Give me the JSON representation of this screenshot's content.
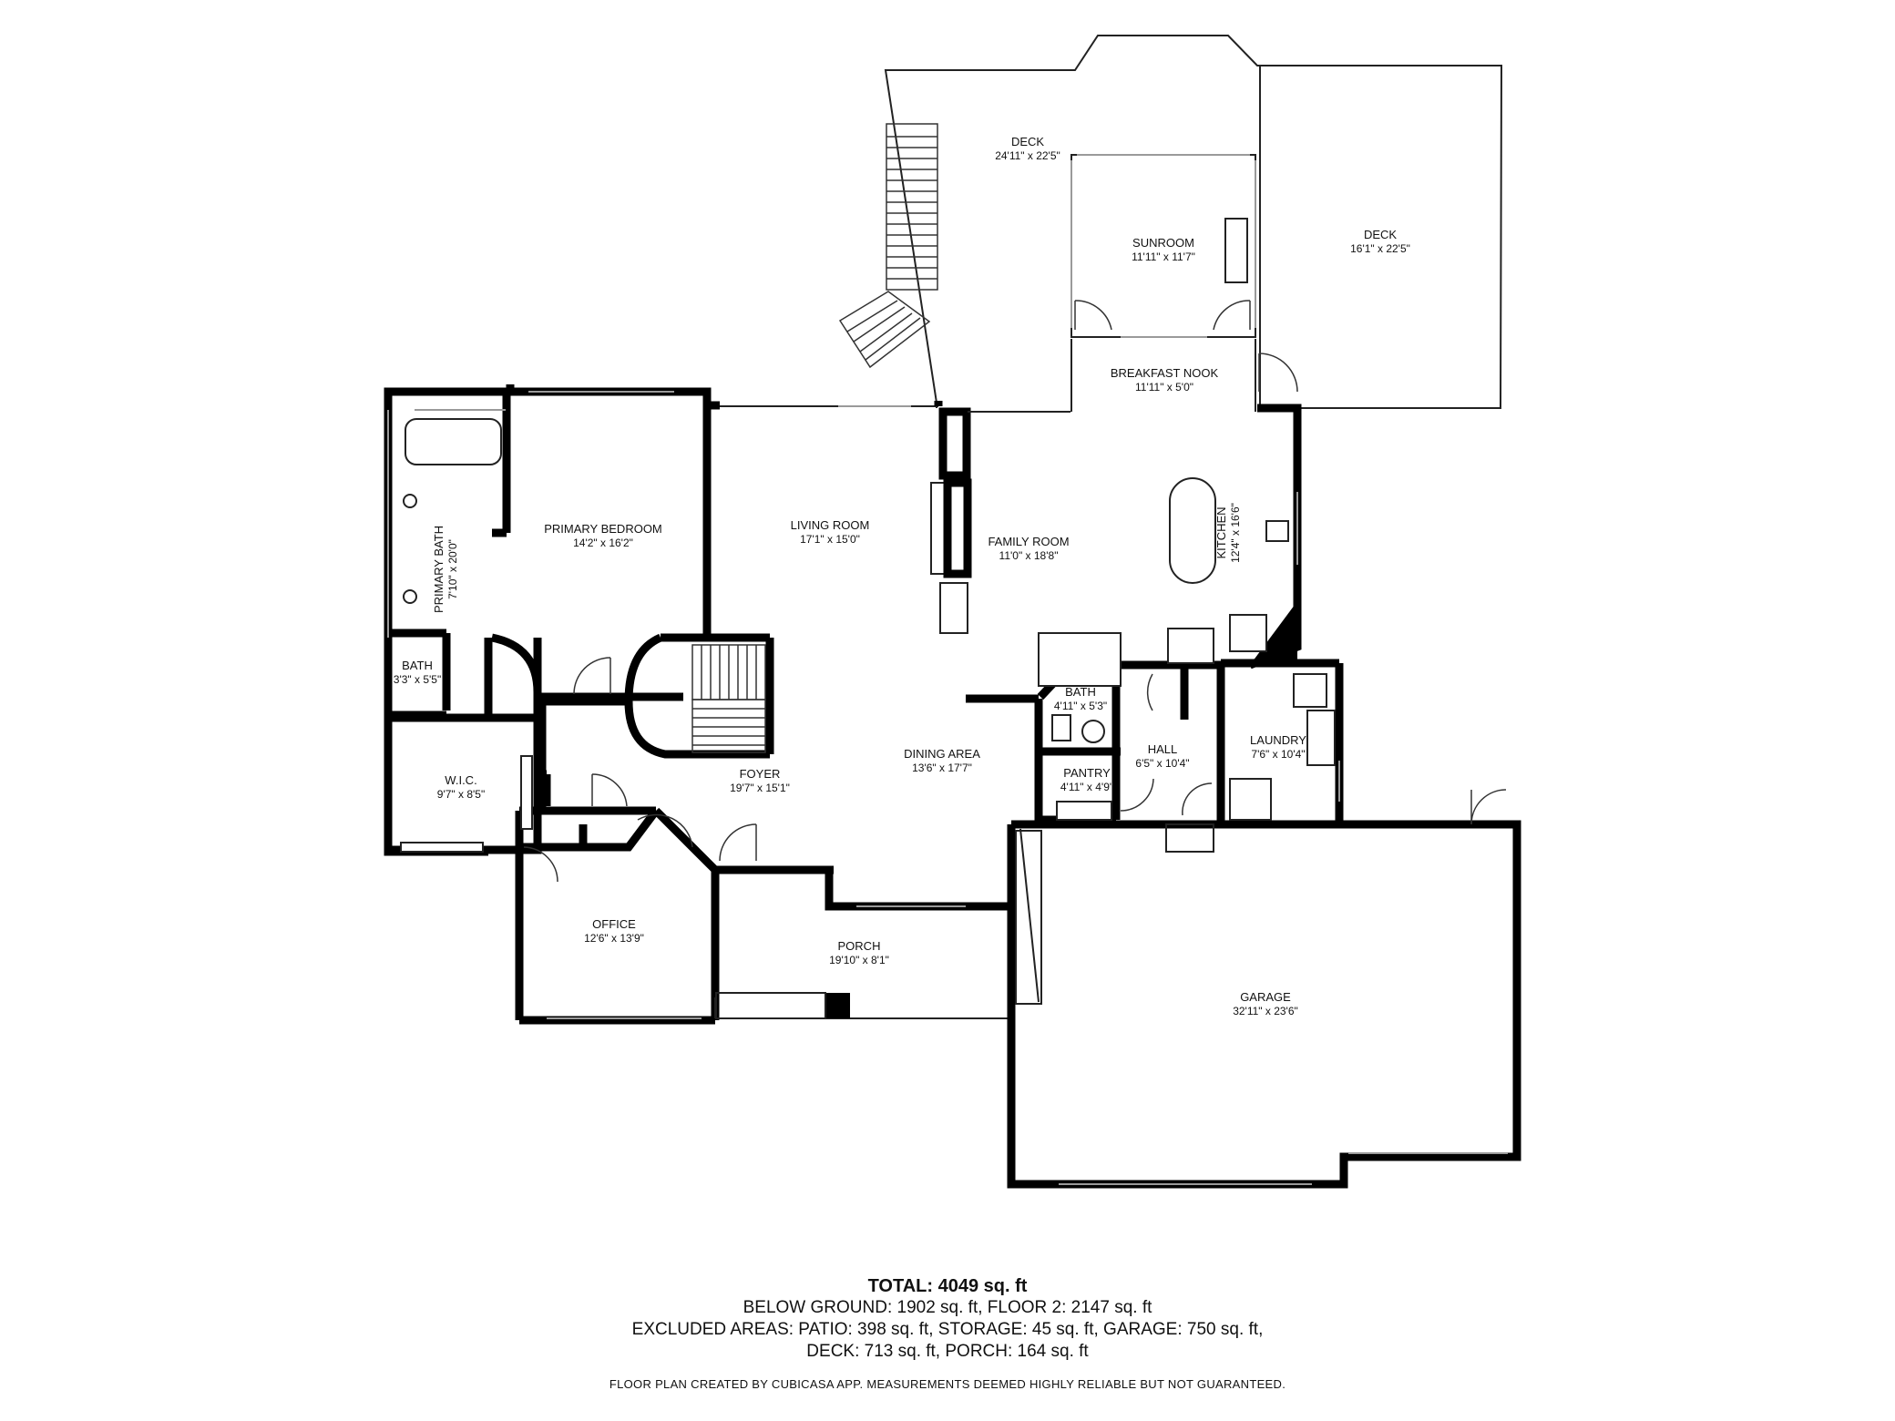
{
  "rooms": [
    {
      "key": "deck_left",
      "name": "DECK",
      "dims": "24'11\" x 22'5\""
    },
    {
      "key": "sunroom",
      "name": "SUNROOM",
      "dims": "11'11\" x 11'7\""
    },
    {
      "key": "deck_right",
      "name": "DECK",
      "dims": "16'1\" x 22'5\""
    },
    {
      "key": "breakfast_nook",
      "name": "BREAKFAST NOOK",
      "dims": "11'11\" x 5'0\""
    },
    {
      "key": "primary_bedroom",
      "name": "PRIMARY BEDROOM",
      "dims": "14'2\" x 16'2\""
    },
    {
      "key": "living_room",
      "name": "LIVING ROOM",
      "dims": "17'1\" x 15'0\""
    },
    {
      "key": "family_room",
      "name": "FAMILY ROOM",
      "dims": "11'0\" x 18'8\""
    },
    {
      "key": "kitchen",
      "name": "KITCHEN",
      "dims": "12'4\" x 16'6\""
    },
    {
      "key": "primary_bath",
      "name": "PRIMARY BATH",
      "dims": "7'10\" x 20'0\""
    },
    {
      "key": "bath_small",
      "name": "BATH",
      "dims": "3'3\" x 5'5\""
    },
    {
      "key": "bath_center",
      "name": "BATH",
      "dims": "4'11\" x 5'3\""
    },
    {
      "key": "hall",
      "name": "HALL",
      "dims": "6'5\" x 10'4\""
    },
    {
      "key": "laundry",
      "name": "LAUNDRY",
      "dims": "7'6\" x 10'4\""
    },
    {
      "key": "pantry",
      "name": "PANTRY",
      "dims": "4'11\" x 4'9\""
    },
    {
      "key": "dining_area",
      "name": "DINING AREA",
      "dims": "13'6\" x 17'7\""
    },
    {
      "key": "foyer",
      "name": "FOYER",
      "dims": "19'7\" x 15'1\""
    },
    {
      "key": "wic",
      "name": "W.I.C.",
      "dims": "9'7\" x 8'5\""
    },
    {
      "key": "office",
      "name": "OFFICE",
      "dims": "12'6\" x 13'9\""
    },
    {
      "key": "porch",
      "name": "PORCH",
      "dims": "19'10\" x 8'1\""
    },
    {
      "key": "garage",
      "name": "GARAGE",
      "dims": "32'11\" x 23'6\""
    }
  ],
  "summary": {
    "total_label": "TOTAL: 4049 sq. ft",
    "line1": "BELOW GROUND: 1902 sq. ft, FLOOR 2: 2147 sq. ft",
    "line2": "EXCLUDED AREAS: PATIO: 398 sq. ft, STORAGE: 45 sq. ft, GARAGE: 750 sq. ft,",
    "line3": "DECK: 713 sq. ft, PORCH: 164 sq. ft"
  },
  "disclaimer": "FLOOR PLAN CREATED BY CUBICASA APP. MEASUREMENTS DEEMED HIGHLY RELIABLE BUT NOT GUARANTEED."
}
